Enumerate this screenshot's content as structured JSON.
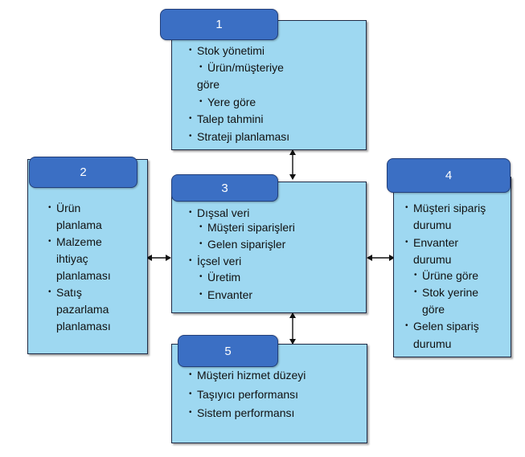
{
  "box1": {
    "number": "1",
    "items": [
      "Stok yönetimi",
      "Ürün/müşteriye",
      "göre",
      "Yere göre",
      "Talep tahmini",
      "Strateji planlaması"
    ]
  },
  "box2": {
    "number": "2",
    "items": [
      "Ürün",
      "planlama",
      "Malzeme",
      "ihtiyaç",
      "planlaması",
      "Satış",
      "pazarlama",
      "planlaması"
    ]
  },
  "box3": {
    "number": "3",
    "items": [
      "Dışsal veri",
      "Müşteri siparişleri",
      "Gelen siparişler",
      "İçsel veri",
      "Üretim",
      "Envanter"
    ]
  },
  "box4": {
    "number": "4",
    "items": [
      "Müşteri sipariş",
      "durumu",
      "Envanter",
      "durumu",
      "Ürüne göre",
      "Stok yerine",
      "göre",
      "Gelen sipariş",
      "durumu"
    ]
  },
  "box5": {
    "number": "5",
    "items": [
      "Müşteri hizmet düzeyi",
      "Taşıyıcı performansı",
      "Sistem performansı"
    ]
  },
  "colors": {
    "box_fill": "#9ed8f1",
    "tab_fill": "#3b6fc4",
    "border": "#1f2a44"
  }
}
